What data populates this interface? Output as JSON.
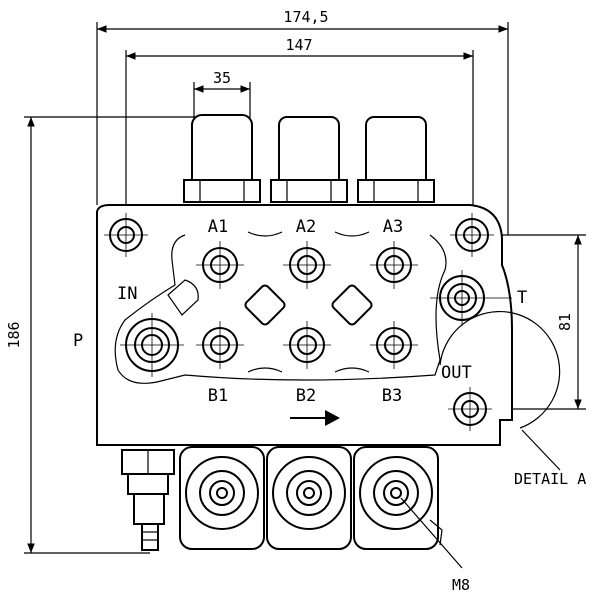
{
  "dimensions": {
    "overall_width": "174,5",
    "body_width": "147",
    "lever_width": "35",
    "height": "186",
    "port_spacing": "81"
  },
  "ports": {
    "a1": "A1",
    "a2": "A2",
    "a3": "A3",
    "b1": "B1",
    "b2": "B2",
    "b3": "B3",
    "inlet": "IN",
    "pressure": "P",
    "tank": "T",
    "outlet": "OUT"
  },
  "callouts": {
    "detail": "DETAIL A",
    "thread": "M8"
  }
}
